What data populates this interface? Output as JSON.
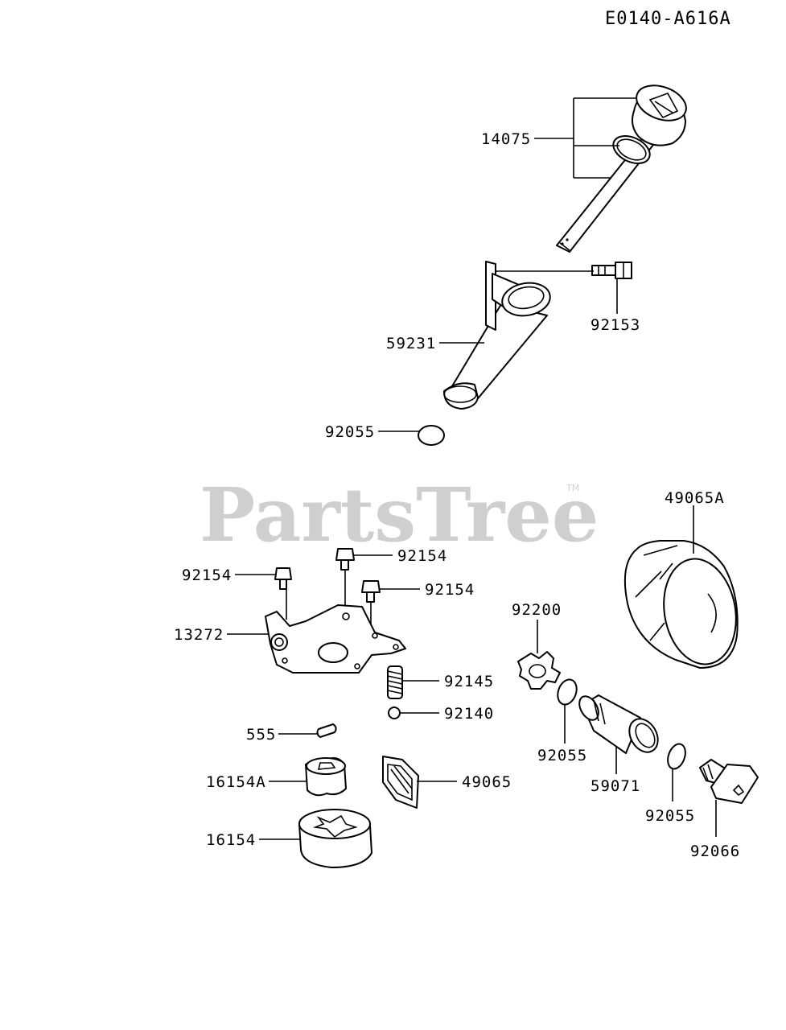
{
  "diagram_code": "E0140-A616A",
  "watermark": {
    "text": "PartsTree",
    "trademark": "TM"
  },
  "parts": [
    {
      "id": "p14075",
      "label": "14075"
    },
    {
      "id": "p92153",
      "label": "92153"
    },
    {
      "id": "p59231",
      "label": "59231"
    },
    {
      "id": "p92055a",
      "label": "92055"
    },
    {
      "id": "p49065A",
      "label": "49065A"
    },
    {
      "id": "p92154a",
      "label": "92154"
    },
    {
      "id": "p92154b",
      "label": "92154"
    },
    {
      "id": "p92154c",
      "label": "92154"
    },
    {
      "id": "p13272",
      "label": "13272"
    },
    {
      "id": "p92200",
      "label": "92200"
    },
    {
      "id": "p92145",
      "label": "92145"
    },
    {
      "id": "p92140",
      "label": "92140"
    },
    {
      "id": "p555",
      "label": "555"
    },
    {
      "id": "p92055b",
      "label": "92055"
    },
    {
      "id": "p59071",
      "label": "59071"
    },
    {
      "id": "p16154A",
      "label": "16154A"
    },
    {
      "id": "p49065",
      "label": "49065"
    },
    {
      "id": "p92055c",
      "label": "92055"
    },
    {
      "id": "p16154",
      "label": "16154"
    },
    {
      "id": "p92066",
      "label": "92066"
    }
  ]
}
